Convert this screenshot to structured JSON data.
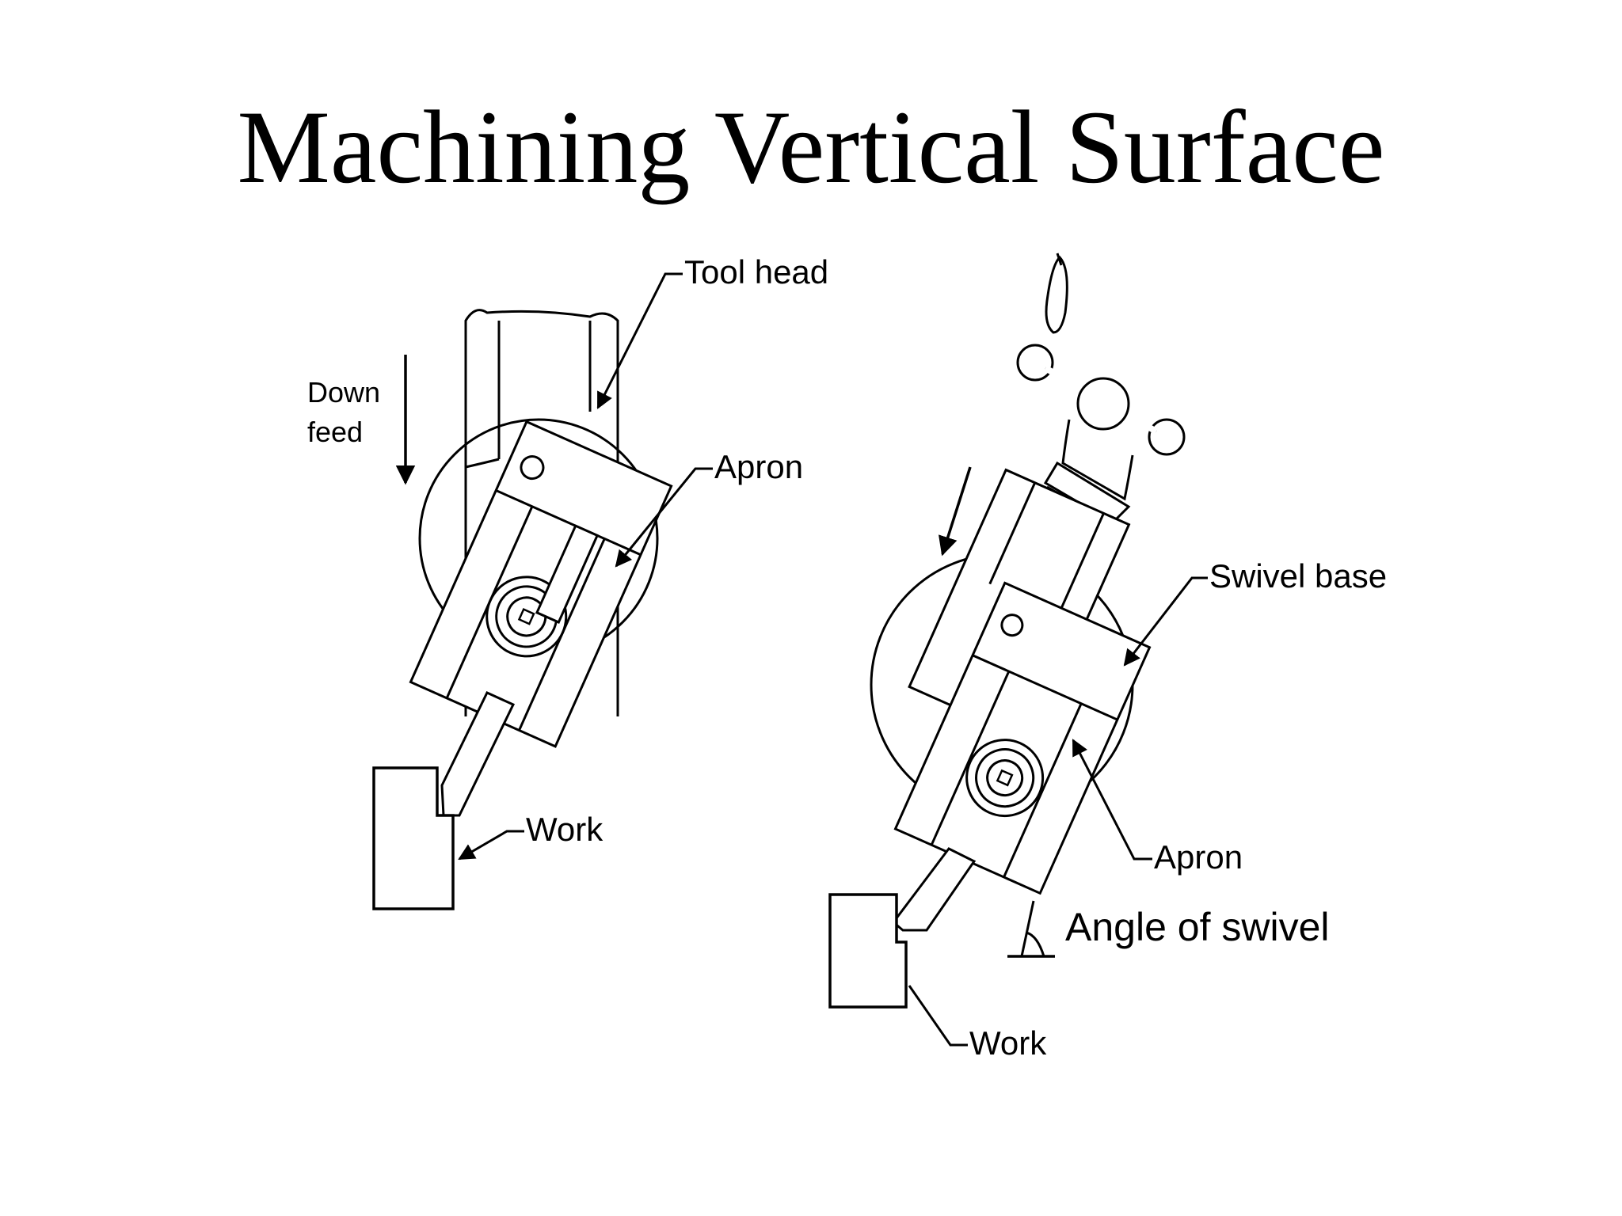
{
  "title": "Machining Vertical Surface",
  "left_figure": {
    "down_feed_line1": "Down",
    "down_feed_line2": "feed",
    "tool_head": "Tool head",
    "apron": "Apron",
    "work": "Work"
  },
  "right_figure": {
    "swivel_base": "Swivel base",
    "apron": "Apron",
    "angle_of_swivel": "Angle of swivel",
    "work": "Work"
  }
}
